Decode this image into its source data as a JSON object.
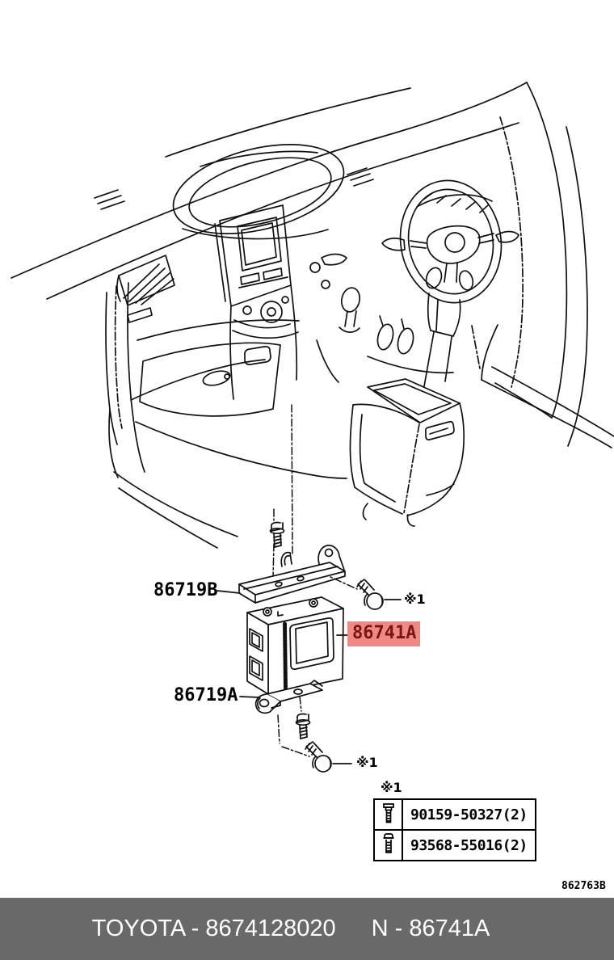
{
  "page": {
    "background": "#ffffff",
    "figure_code": "862763B"
  },
  "diagram": {
    "description": "Toyota instrument panel exploded parts diagram (telephone/multiplex network module area)",
    "callouts": [
      {
        "id": "bracket-upper",
        "label": "86719B",
        "highlighted": false
      },
      {
        "id": "module",
        "label": "86741A",
        "highlighted": true
      },
      {
        "id": "bracket-lower",
        "label": "86719A",
        "highlighted": false
      }
    ],
    "ref_marker": "※1",
    "highlight": {
      "background": "#f08983",
      "text_color": "#7a1515"
    }
  },
  "parts_table": {
    "ref_label": "※1",
    "rows": [
      {
        "icon": "hex-flange-screw-icon",
        "part_number": "90159-50327(2)"
      },
      {
        "icon": "pan-head-screw-icon",
        "part_number": "93568-55016(2)"
      }
    ]
  },
  "footer": {
    "catalog_text": "TOYOTA - 8674128020",
    "part_ref_text": "N - 86741A",
    "background": "#696969",
    "text_color": "#ffffff"
  }
}
